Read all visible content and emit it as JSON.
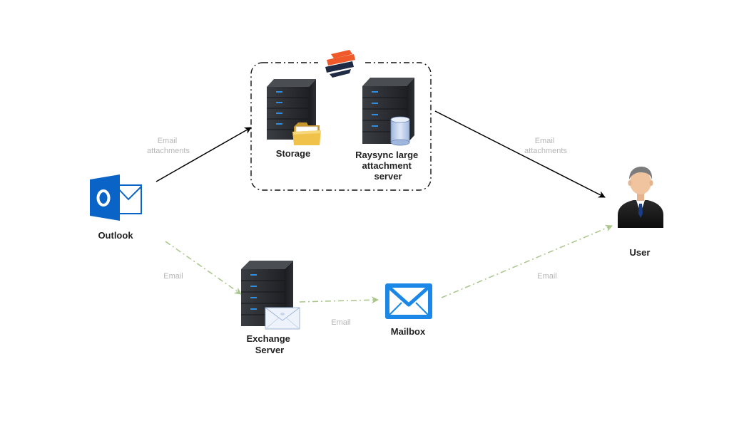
{
  "colors": {
    "background": "#ffffff",
    "solid_arrow": "#000000",
    "dashed_arrow": "#a8c58a",
    "edge_label": "#b6b6b6",
    "outlook_blue": "#0a64c8",
    "mailbox_blue": "#1b87e6",
    "server_dark": "#2a2c30",
    "server_led": "#2b8fe8",
    "logo_orange": "#f0592a",
    "logo_navy": "#1f2b45"
  },
  "nodes": {
    "outlook": {
      "label": "Outlook",
      "icon": "outlook-icon"
    },
    "storage": {
      "label": "Storage",
      "icon": "server-folder-icon"
    },
    "raysync": {
      "label_lines": [
        "Raysync large",
        "attachment",
        "server"
      ],
      "icon": "server-database-icon"
    },
    "exchange": {
      "label_lines": [
        "Exchange",
        "Server"
      ],
      "icon": "server-envelope-icon"
    },
    "mailbox": {
      "label": "Mailbox",
      "icon": "mail-icon"
    },
    "user": {
      "label": "User",
      "icon": "user-avatar-icon"
    }
  },
  "group": {
    "logo": "raysync-logo-icon",
    "border": "dash-dot"
  },
  "edges": {
    "outlook_to_group": {
      "label_lines": [
        "Email",
        "attachments"
      ],
      "style": "solid"
    },
    "group_to_user": {
      "label_lines": [
        "Email",
        "attachments"
      ],
      "style": "solid"
    },
    "outlook_to_exchange": {
      "label": "Email",
      "style": "dash-dot"
    },
    "exchange_to_mailbox": {
      "label": "Email",
      "style": "dash-dot"
    },
    "mailbox_to_user": {
      "label": "Email",
      "style": "dash-dot"
    }
  }
}
